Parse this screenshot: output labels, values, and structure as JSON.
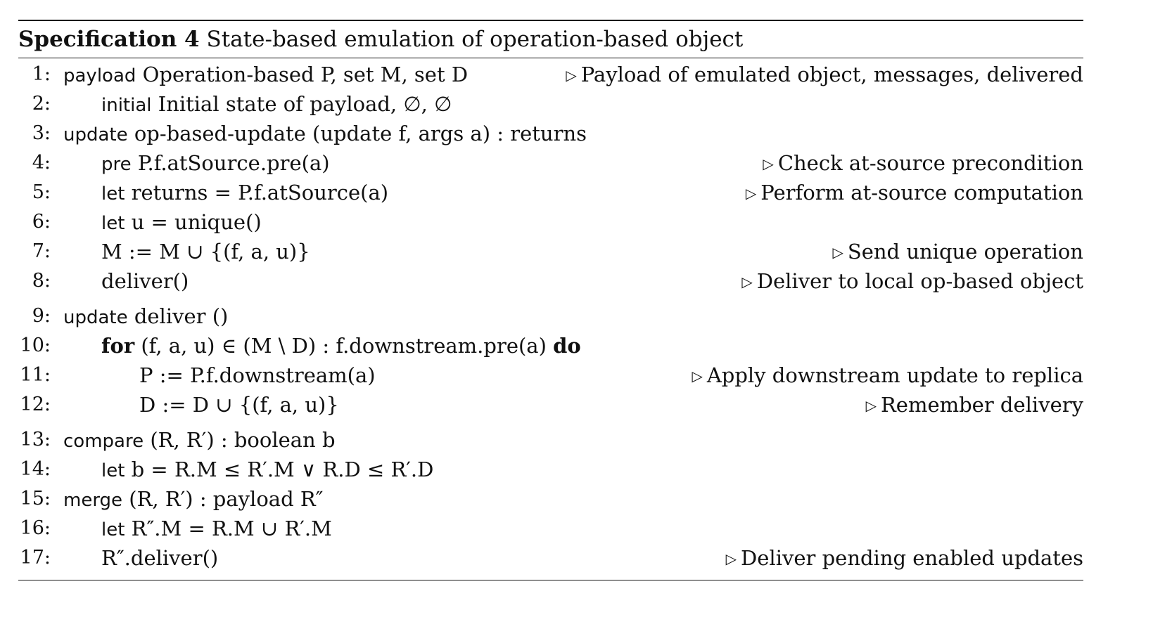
{
  "caption": {
    "label": "Specification 4",
    "title": "State-based emulation of operation-based object"
  },
  "comment_marker": "▷",
  "lines": [
    {
      "no": "1:",
      "indent": 0,
      "kw": "payload",
      "text": "Operation-based P, set M, set D",
      "comment": "Payload of emulated object, messages, delivered"
    },
    {
      "no": "2:",
      "indent": 1,
      "kw": "initial",
      "text": "Initial state of payload, ∅, ∅",
      "comment": ""
    },
    {
      "no": "3:",
      "indent": 0,
      "kw": "update",
      "text": "op-based-update (update f, args a) : returns",
      "comment": ""
    },
    {
      "no": "4:",
      "indent": 1,
      "kw": "pre",
      "text": "P.f.atSource.pre(a)",
      "comment": "Check at-source precondition"
    },
    {
      "no": "5:",
      "indent": 1,
      "kw": "let",
      "text": "returns = P.f.atSource(a)",
      "comment": "Perform at-source computation"
    },
    {
      "no": "6:",
      "indent": 1,
      "kw": "let",
      "text": "u = unique()",
      "comment": ""
    },
    {
      "no": "7:",
      "indent": 1,
      "kw": "",
      "text": "M := M ∪ {(f, a, u)}",
      "comment": "Send unique operation"
    },
    {
      "no": "8:",
      "indent": 1,
      "kw": "",
      "text": "deliver()",
      "comment": "Deliver to local op-based object"
    },
    {
      "no": "9:",
      "indent": 0,
      "kw": "update",
      "text": "deliver ()",
      "comment": "",
      "gap": true
    },
    {
      "no": "10:",
      "indent": 1,
      "kw": "",
      "kw_bold": "for",
      "text": "(f, a, u) ∈ (M \\ D) : f.downstream.pre(a)",
      "trail_bold": "do",
      "comment": ""
    },
    {
      "no": "11:",
      "indent": 2,
      "kw": "",
      "text": "P := P.f.downstream(a)",
      "comment": "Apply downstream update to replica"
    },
    {
      "no": "12:",
      "indent": 2,
      "kw": "",
      "text": "D := D ∪ {(f, a, u)}",
      "comment": "Remember delivery"
    },
    {
      "no": "13:",
      "indent": 0,
      "kw": "compare",
      "text": "(R, R′) : boolean b",
      "comment": "",
      "gap": true
    },
    {
      "no": "14:",
      "indent": 1,
      "kw": "let",
      "text": "b = R.M ≤ R′.M ∨ R.D ≤ R′.D",
      "comment": ""
    },
    {
      "no": "15:",
      "indent": 0,
      "kw": "merge",
      "text": "(R, R′) : payload R″",
      "comment": ""
    },
    {
      "no": "16:",
      "indent": 1,
      "kw": "let",
      "text": "R″.M = R.M ∪ R′.M",
      "comment": ""
    },
    {
      "no": "17:",
      "indent": 1,
      "kw": "",
      "text": "R″.deliver()",
      "comment": "Deliver pending enabled updates"
    }
  ]
}
